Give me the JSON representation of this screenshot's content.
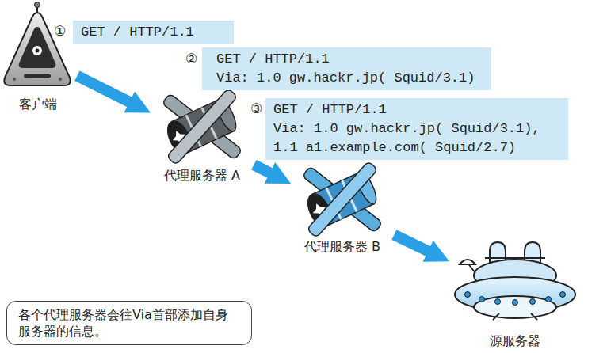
{
  "diagram": {
    "nodes": [
      {
        "text": [
          "客户端"
        ]
      },
      {
        "text": [
          "代理服务器 A"
        ]
      },
      {
        "text": [
          "代理服务器 B"
        ]
      },
      {
        "text": [
          "源服务器"
        ]
      },
      {
        "text": [
          "GET / HTTP/1.1"
        ]
      },
      {
        "text": [
          "GET / HTTP/1.1",
          "Via: 1.0 gw.hackr.jp( Squid/3.1)"
        ]
      },
      {
        "text": [
          "GET / HTTP/1.1",
          "Via: 1.0 gw.hackr.jp( Squid/3.1), 1.1 a1.example.com( Squid/2.7)"
        ]
      },
      {
        "text": [
          "各个代理服务器会往Via首部添加自身服务器的信息。"
        ]
      }
    ],
    "edges": [
      {
        "from": 0,
        "to": 1,
        "arrow": "to"
      },
      {
        "from": 1,
        "to": 2,
        "arrow": "to"
      },
      {
        "from": 2,
        "to": 3,
        "arrow": "to"
      }
    ],
    "labels": [
      "①",
      "②",
      "③"
    ]
  }
}
